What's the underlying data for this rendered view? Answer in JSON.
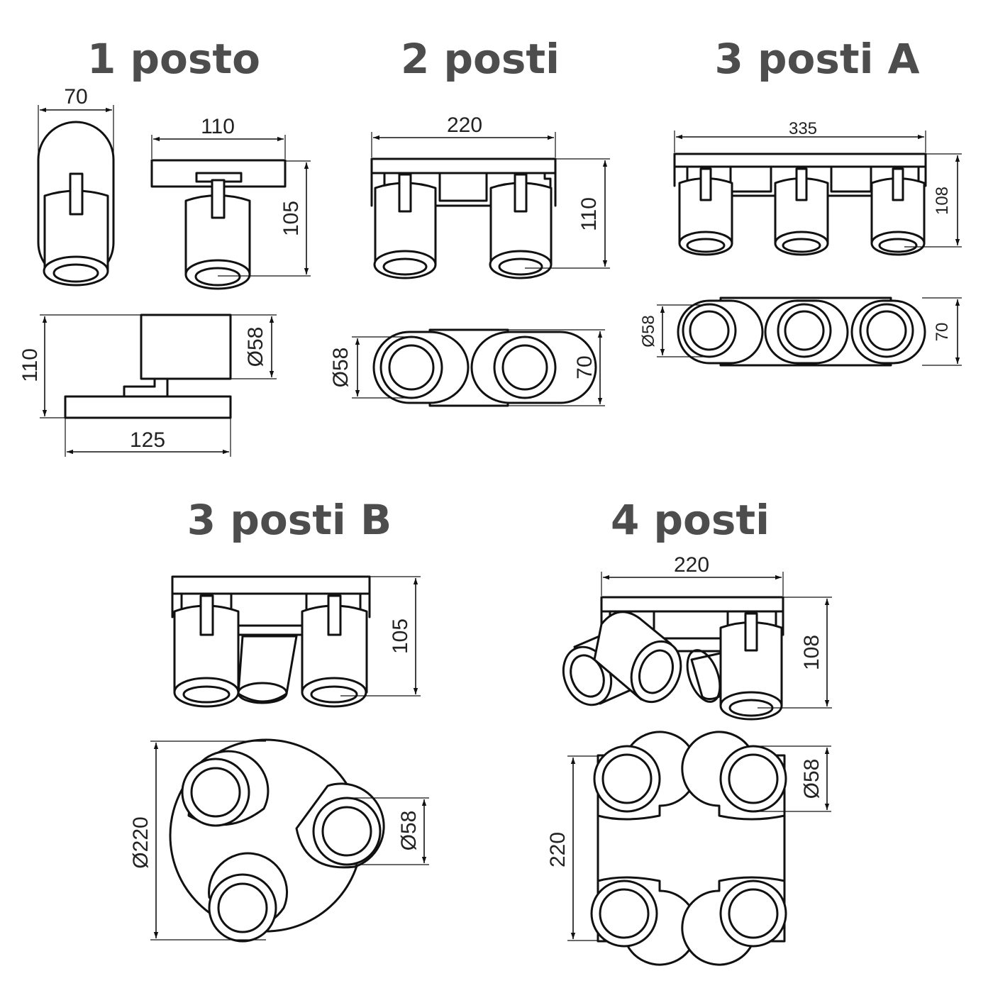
{
  "colors": {
    "title": "#4d4d4d",
    "line": "#111111",
    "background": "#ffffff"
  },
  "sections": {
    "s1": {
      "title": "1 posto",
      "dims": {
        "top_width": "70",
        "side_width": "110",
        "side_height": "105",
        "base_height": "110",
        "base_width": "125",
        "head_diameter": "Ø58"
      }
    },
    "s2": {
      "title": "2 posti",
      "dims": {
        "width": "220",
        "height": "110",
        "head_diameter": "Ø58",
        "depth": "70"
      }
    },
    "s3a": {
      "title": "3 posti A",
      "dims": {
        "width": "335",
        "height": "108",
        "head_diameter": "Ø58",
        "depth": "70"
      }
    },
    "s3b": {
      "title": "3 posti B",
      "dims": {
        "height": "105",
        "plate_diameter": "Ø220",
        "head_diameter": "Ø58"
      }
    },
    "s4": {
      "title": "4 posti",
      "dims": {
        "width": "220",
        "height": "108",
        "head_diameter": "Ø58",
        "plate_size": "220"
      }
    }
  }
}
